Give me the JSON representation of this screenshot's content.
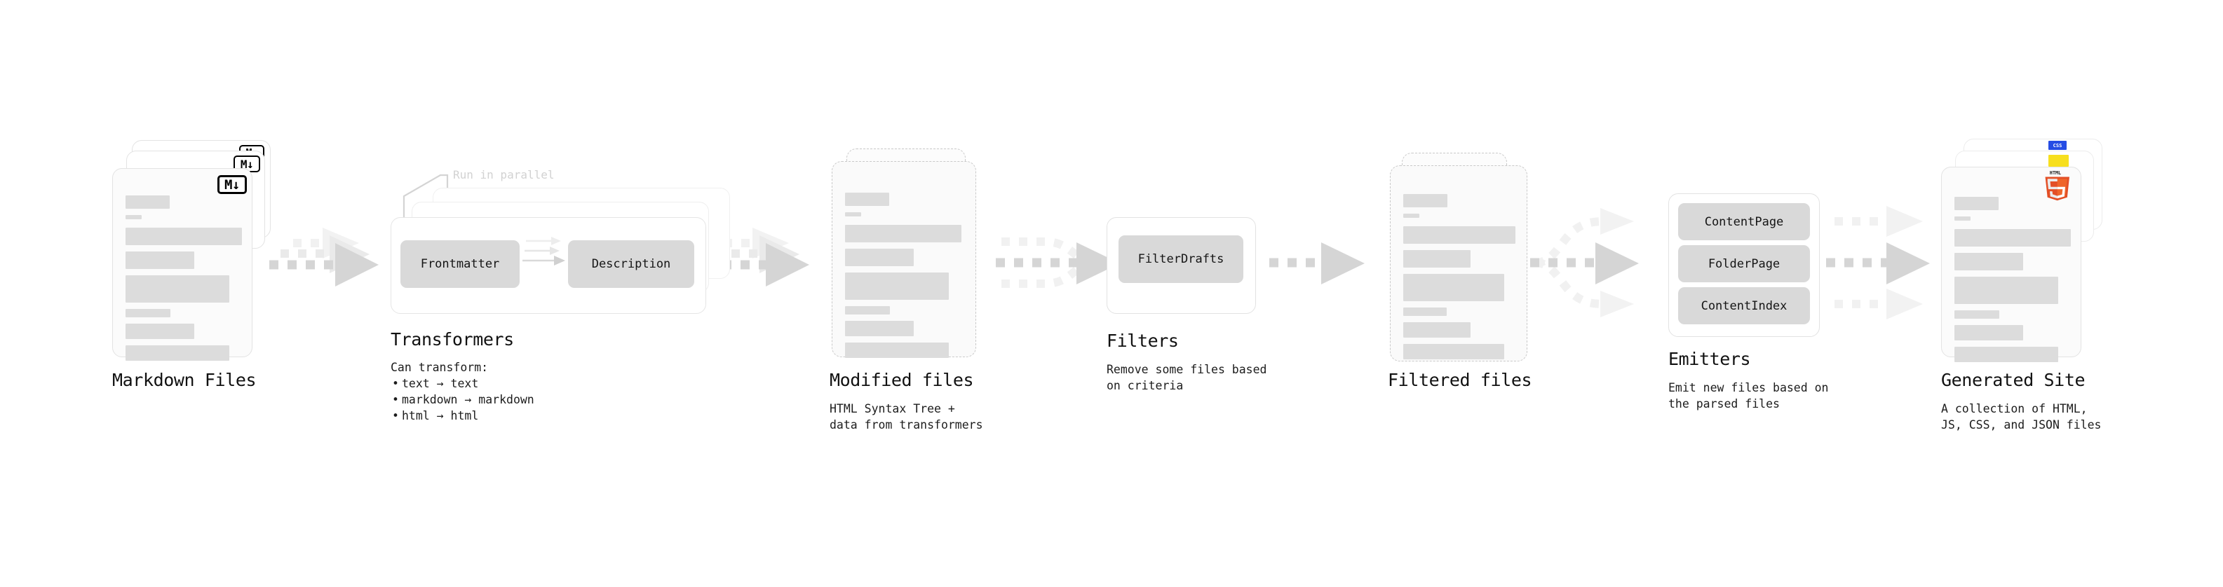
{
  "diagram": {
    "title_font_note": "monospace technical diagram",
    "stages": [
      {
        "id": "markdown-files",
        "caption": "Markdown Files",
        "subcaption": "",
        "badge": "markdown-badge",
        "badge_text": "M",
        "doc_count": 3
      },
      {
        "id": "transformers",
        "caption": "Transformers",
        "lead": "Can transform:",
        "bullets": [
          "text → text",
          "markdown → markdown",
          "html → html"
        ],
        "note": "Run in parallel",
        "chips": [
          "Frontmatter",
          "Description"
        ],
        "layer_count": 3
      },
      {
        "id": "modified-files",
        "caption": "Modified files",
        "subcaption": "HTML Syntax Tree +\ndata from transformers",
        "doc_count": 2
      },
      {
        "id": "filters",
        "caption": "Filters",
        "subcaption": "Remove some files based\non criteria",
        "chips": [
          "FilterDrafts"
        ]
      },
      {
        "id": "filtered-files",
        "caption": "Filtered files",
        "subcaption": "",
        "doc_count": 2
      },
      {
        "id": "emitters",
        "caption": "Emitters",
        "subcaption": "Emit new files based on\nthe parsed files",
        "chips": [
          "ContentPage",
          "FolderPage",
          "ContentIndex"
        ]
      },
      {
        "id": "generated-site",
        "caption": "Generated Site",
        "subcaption": "A collection of HTML,\nJS, CSS, and JSON files",
        "badges": [
          "css-badge",
          "js-badge",
          "html5-badge"
        ],
        "badge_texts": {
          "css": "CSS",
          "html5_top": "HTML",
          "html5_num": "5"
        },
        "doc_count": 3
      }
    ],
    "colors": {
      "doc_fill": "#fbfbfb",
      "doc_border": "#e3e3e3",
      "bar": "#dcdcdc",
      "chip": "#d9d9d9",
      "arrow": "#d5d5d5",
      "text": "#1a1a1a",
      "note": "#d2d2d2",
      "css_blue": "#264de4",
      "js_yellow": "#f7df1e",
      "html5_orange": "#e34f26",
      "html5_orange_dark": "#ef652a"
    },
    "doc_bars": [
      {
        "w": 90,
        "h": 26
      },
      {
        "w": 24,
        "h": 9
      },
      {
        "w": 168,
        "h": 30
      },
      {
        "w": 100,
        "h": 30
      },
      {
        "w": 148,
        "h": 45
      },
      {
        "w": 65,
        "h": 25
      },
      {
        "w": 100,
        "h": 28
      },
      {
        "w": 148,
        "h": 28
      }
    ]
  }
}
